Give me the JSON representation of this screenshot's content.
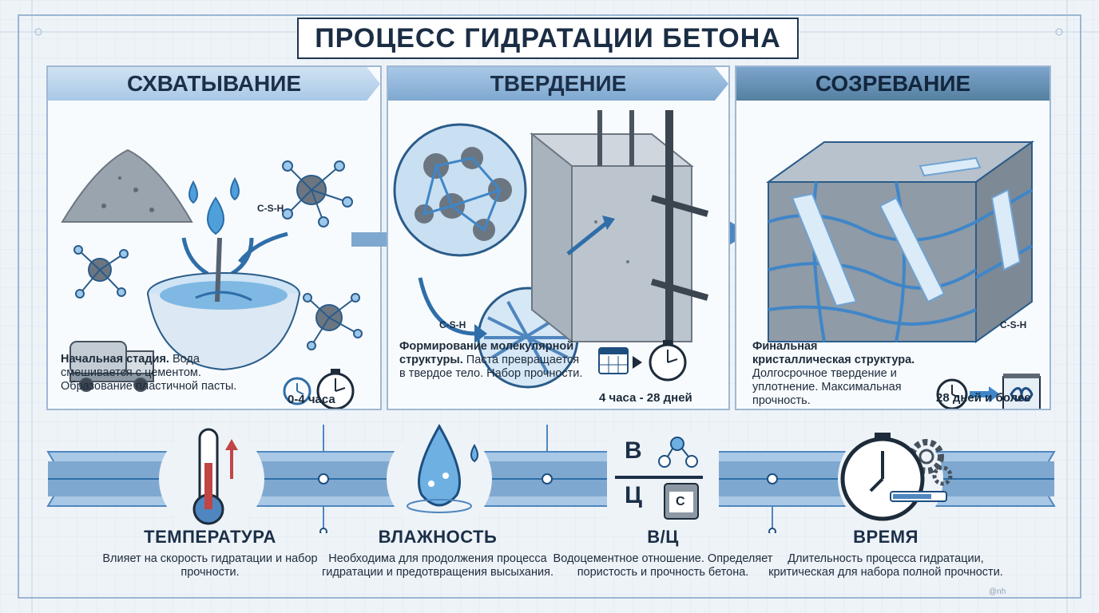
{
  "title": "ПРОЦЕСС ГИДРАТАЦИИ БЕТОНА",
  "stages": [
    {
      "name": "СХВАТЫВАНИЕ",
      "desc_bold": "Начальная стадия.",
      "desc_rest": " Вода смешивается с цементом. Образование пластичной пасты.",
      "duration": "0-4 часа",
      "label": "C-S-H"
    },
    {
      "name": "ТВЕРДЕНИЕ",
      "desc_bold": "Формирование молекулярной структуры.",
      "desc_rest": " Паста превращается в твердое тело. Набор прочности.",
      "duration": "4 часа - 28 дней",
      "label": "C-S-H"
    },
    {
      "name": "СОЗРЕВАНИЕ",
      "desc_bold": "Финальная кристаллическая структура.",
      "desc_rest": " Долгосрочное твердение и уплотнение. Максимальная прочность.",
      "duration": "28 дней и более",
      "label": "C-S-H"
    }
  ],
  "factors": [
    {
      "name": "ТЕМПЕРАТУРА",
      "desc": "Влияет на скорость гидратации и набор прочности."
    },
    {
      "name": "ВЛАЖНОСТЬ",
      "desc": "Необходима для продолжения процесса гидратации и предотвращения высыхания."
    },
    {
      "name": "В/Ц",
      "desc": "Водоцементное отношение. Определяет пористость и прочность бетона."
    },
    {
      "name": "ВРЕМЯ",
      "desc": "Длительность процесса гидратации, критическая для набора полной прочности."
    }
  ],
  "wc_icon": {
    "top": "В",
    "bottom": "Ц",
    "bag": "C"
  },
  "icons": [
    "cement-pile-icon",
    "water-drop-icon",
    "molecule-icon",
    "mixing-bowl-icon",
    "mixer-truck-icon",
    "clock-icon",
    "stopwatch-icon",
    "calendar-icon",
    "rebar-block-icon",
    "crystal-cube-icon",
    "infinity-icon",
    "thermometer-icon",
    "gear-icon"
  ],
  "watermark": "@nh",
  "colors": {
    "accent": "#4f86bf",
    "dark": "#1b2f47",
    "ribbon": "#6f9fcf",
    "panel_border": "#9fb8d3"
  }
}
